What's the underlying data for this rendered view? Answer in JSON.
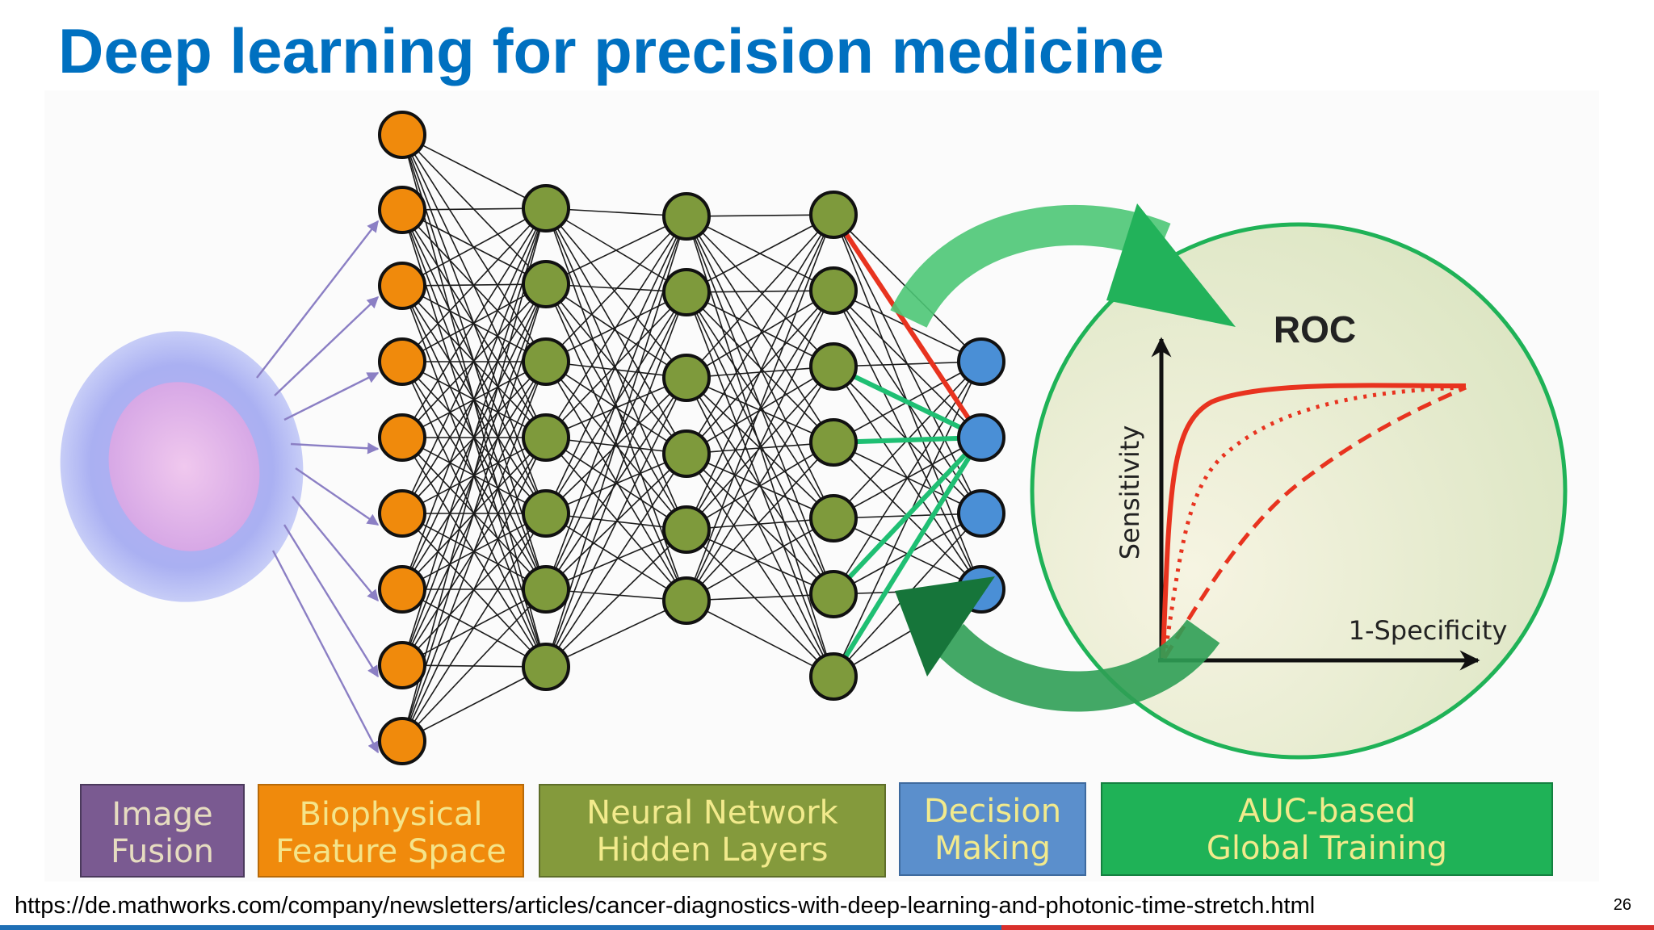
{
  "slide": {
    "title": "Deep learning for precision medicine",
    "source_url": "https://de.mathworks.com/company/newsletters/articles/cancer-diagnostics-with-deep-learning-and-photonic-time-stretch.html",
    "page_number": "26"
  },
  "diagram": {
    "layers": [
      {
        "name": "biophysical-feature-space",
        "nodes": 9,
        "color": "#f08a0c"
      },
      {
        "name": "hidden-layer-1",
        "nodes": 7,
        "color": "#7e9a3c"
      },
      {
        "name": "hidden-layer-2",
        "nodes": 6,
        "color": "#7e9a3c"
      },
      {
        "name": "hidden-layer-3",
        "nodes": 7,
        "color": "#7e9a3c"
      },
      {
        "name": "decision-layer",
        "nodes": 4,
        "color": "#4a8fd6"
      }
    ],
    "roc": {
      "title": "ROC",
      "y_label": "Sensitivity",
      "x_label": "1-Specificity",
      "curve_color": "#e8331f"
    },
    "labels": [
      {
        "line1": "Image",
        "line2": "Fusion",
        "bg": "#7a5a91",
        "fg": "#e6dcc0"
      },
      {
        "line1": "Biophysical",
        "line2": "Feature Space",
        "bg": "#f08a0c",
        "fg": "#f4e48a"
      },
      {
        "line1": "Neural Network",
        "line2": "Hidden Layers",
        "bg": "#849a3c",
        "fg": "#f2ea8c"
      },
      {
        "line1": "Decision",
        "line2": "Making",
        "bg": "#5b8fcc",
        "fg": "#f2ea8c"
      },
      {
        "line1": "AUC-based",
        "line2": "Global Training",
        "bg": "#1fb257",
        "fg": "#f2ea8c"
      }
    ]
  }
}
